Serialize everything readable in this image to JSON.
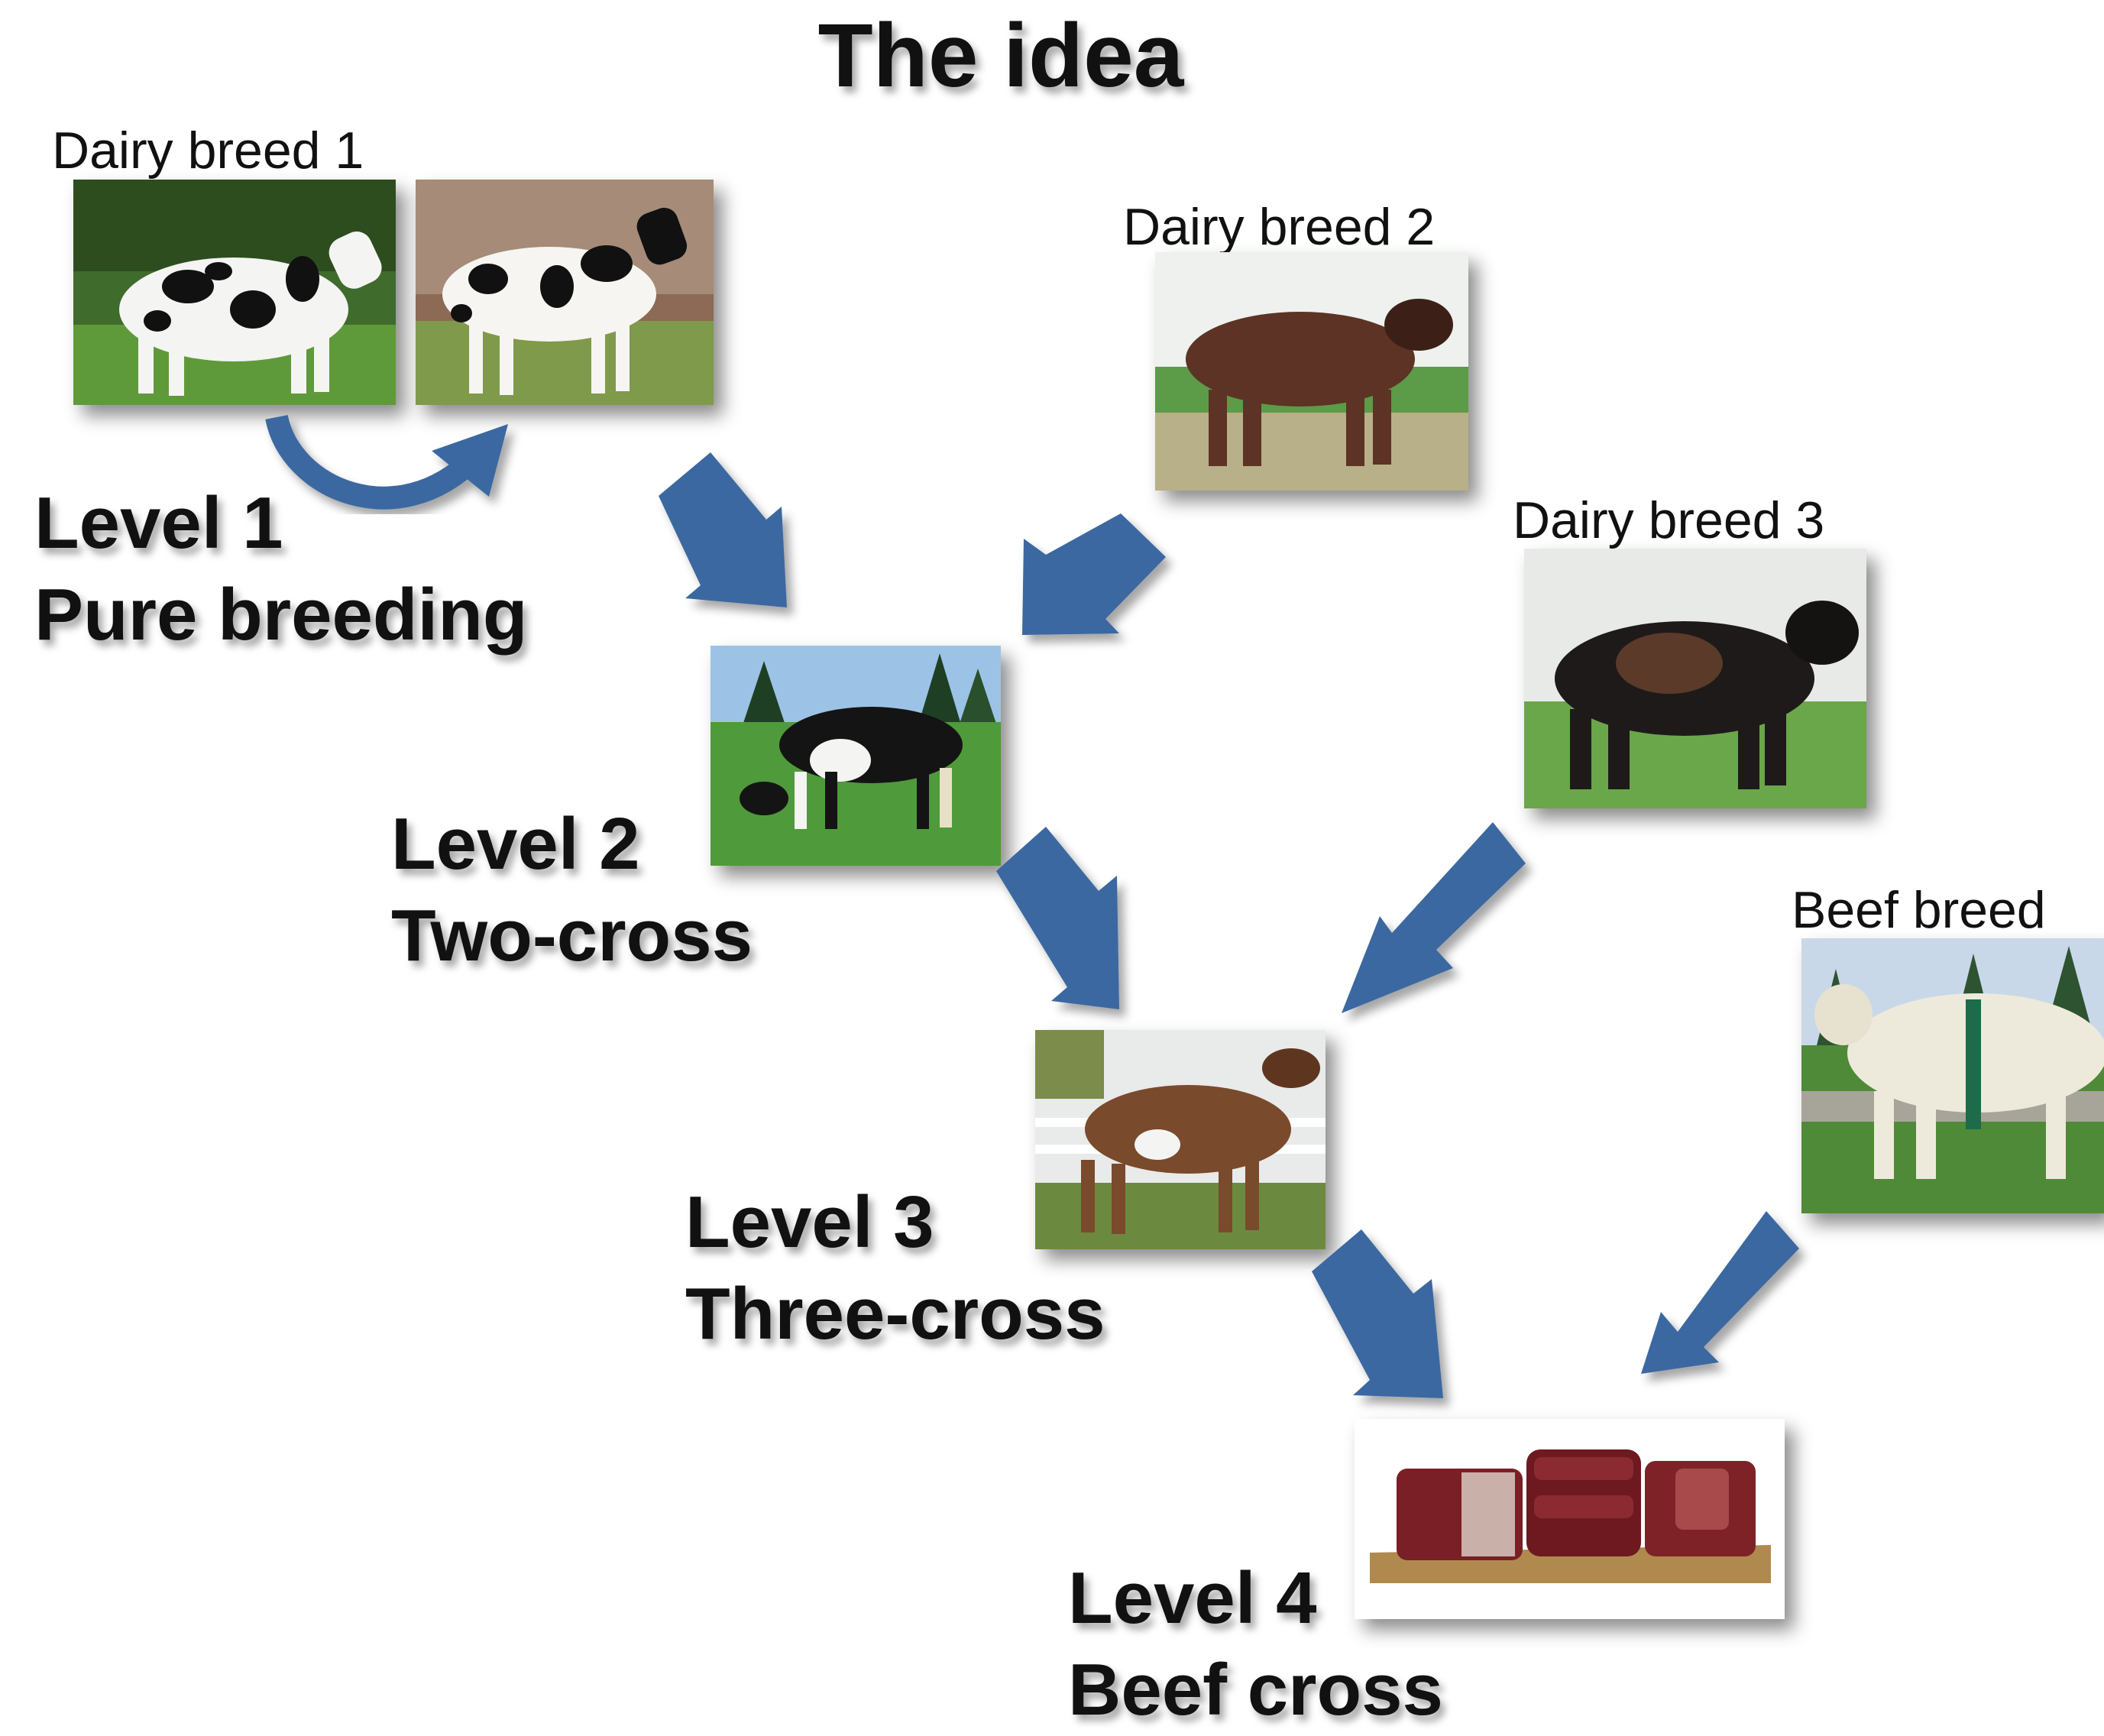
{
  "title": "The idea",
  "breeds": {
    "dairy1": "Dairy breed 1",
    "dairy2": "Dairy breed 2",
    "dairy3": "Dairy breed 3",
    "beef": "Beef breed"
  },
  "levels": [
    {
      "name": "Level 1",
      "desc": "Pure breeding"
    },
    {
      "name": "Level 2",
      "desc": "Two-cross"
    },
    {
      "name": "Level 3",
      "desc": "Three-cross"
    },
    {
      "name": "Level 4",
      "desc": "Beef cross"
    }
  ],
  "colors": {
    "arrow": "#3a67a0",
    "text": "#111111"
  }
}
